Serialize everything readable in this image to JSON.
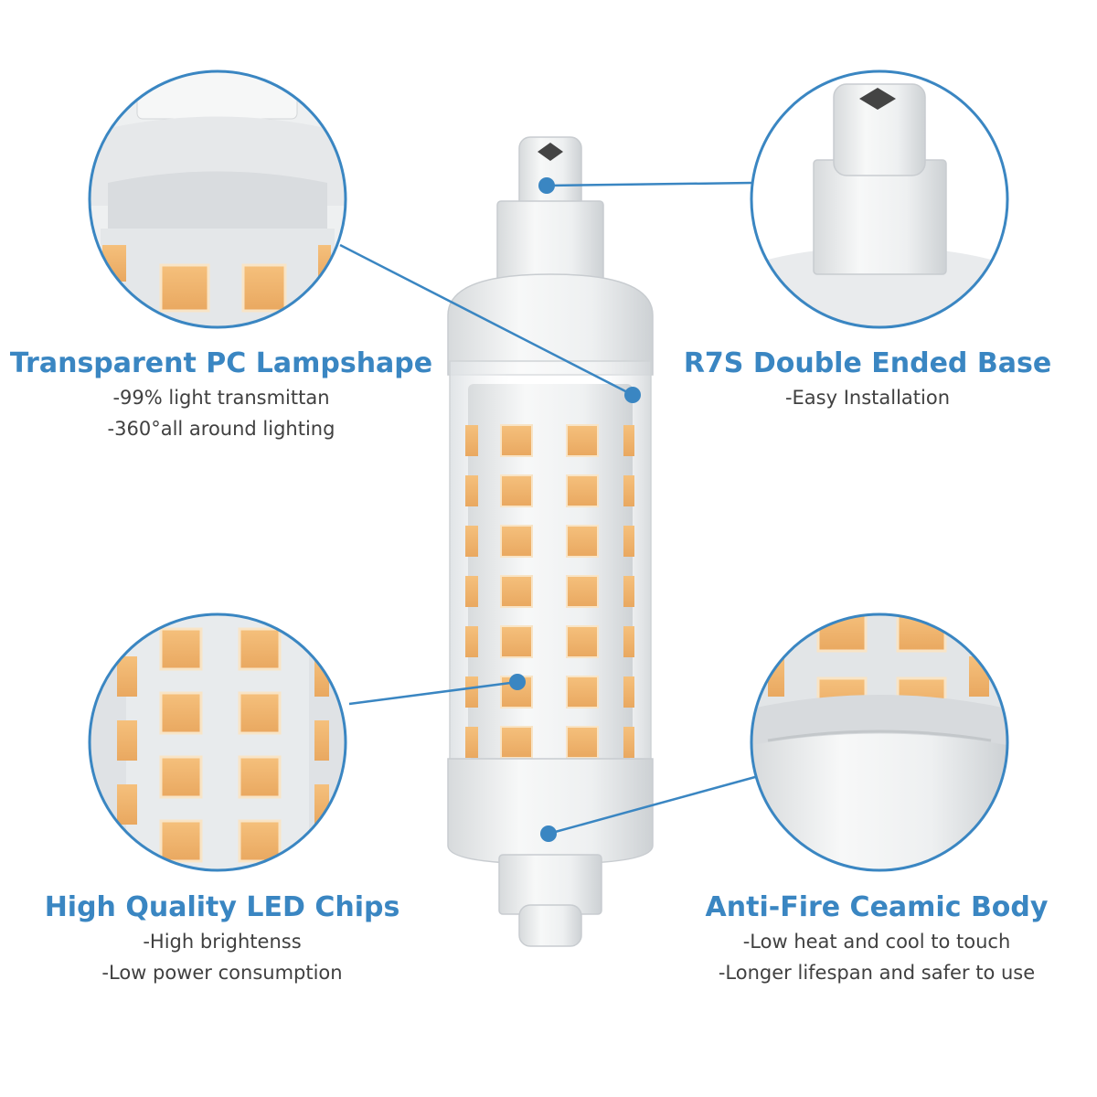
{
  "colors": {
    "accent": "#3a86c2",
    "text_secondary": "#404040",
    "chip_orange": "#f2b872",
    "ceramic": "#eceeef",
    "background": "#ffffff"
  },
  "features": {
    "lampshade": {
      "title": "Transparent PC Lampshape",
      "lines": [
        "-99% light transmittan",
        "-360°all around lighting"
      ]
    },
    "base": {
      "title": "R7S Double Ended Base",
      "lines": [
        "-Easy Installation"
      ]
    },
    "chips": {
      "title": "High Quality LED Chips",
      "lines": [
        "-High brightenss",
        "-Low power consumption"
      ]
    },
    "body": {
      "title": "Anti-Fire Ceamic Body",
      "lines": [
        "-Low heat and cool to touch",
        "-Longer lifespan and safer to use"
      ]
    }
  }
}
